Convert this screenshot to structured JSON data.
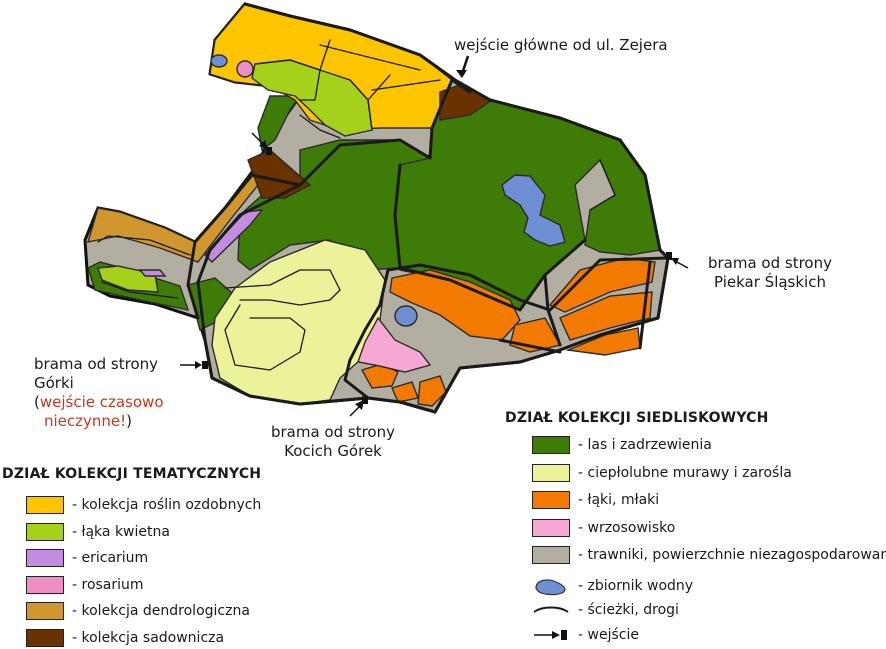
{
  "colors": {
    "ozdobne": "#fdc400",
    "laka_kwietna": "#a6d11a",
    "ericarium": "#c28de0",
    "rosarium": "#ee8fc3",
    "dendro": "#d0972e",
    "sadownicza": "#6a3200",
    "las": "#3e7c07",
    "murawy": "#ecf29a",
    "laki": "#f27a00",
    "wrzosowisko": "#f6a8d4",
    "trawniki": "#b3aea2",
    "woda": "#6f8fd4",
    "path": "#1a1a1a",
    "red_note": "#c8371e"
  },
  "labels": {
    "main_entrance": "wejście główne od ul. Zejera",
    "gate_piekary_1": "brama od strony",
    "gate_piekary_2": "Piekar Śląskich",
    "gate_gorki_1": "brama od strony",
    "gate_gorki_2": "Górki",
    "gate_gorki_note_open": "(",
    "gate_gorki_note_1": "wejście czasowo",
    "gate_gorki_note_2": "nieczynne!",
    "gate_gorki_note_close": ")",
    "gate_kocich_1": "brama od strony",
    "gate_kocich_2": "Kocich Górek"
  },
  "legend_thematic": {
    "title": "DZIAŁ KOLEKCJI TEMATYCZNYCH",
    "items": [
      {
        "label": "- kolekcja roślin ozdobnych",
        "color": "#fdc400"
      },
      {
        "label": "- łąka kwietna",
        "color": "#a6d11a"
      },
      {
        "label": "- ericarium",
        "color": "#c28de0"
      },
      {
        "label": "- rosarium",
        "color": "#ee8fc3"
      },
      {
        "label": "- kolekcja dendrologiczna",
        "color": "#d0972e"
      },
      {
        "label": "- kolekcja sadownicza",
        "color": "#6a3200"
      }
    ]
  },
  "legend_habitat": {
    "title": "DZIAŁ KOLEKCJI SIEDLISKOWYCH",
    "items": [
      {
        "label": "- las i zadrzewienia",
        "color": "#3e7c07"
      },
      {
        "label": "- ciepłolubne murawy i zarośla",
        "color": "#ecf29a"
      },
      {
        "label": "- łąki, młaki",
        "color": "#f27a00"
      },
      {
        "label": "- wrzosowisko",
        "color": "#f6a8d4"
      },
      {
        "label": "- trawniki, powierzchnie niezagospodarowane",
        "color": "#b3aea2"
      }
    ],
    "water_label": "- zbiornik wodny",
    "paths_label": "- ścieżki, drogi",
    "entrance_label": "- wejście"
  }
}
